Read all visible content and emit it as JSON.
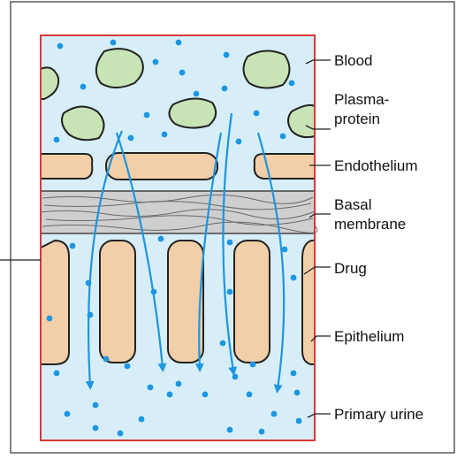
{
  "labels": {
    "blood": "Blood",
    "plasma_protein_line1": "Plasma-",
    "plasma_protein_line2": "protein",
    "endothelium": "Endothelium",
    "basal_line1": "Basal",
    "basal_line2": "membrane",
    "drug": "Drug",
    "epithelium": "Epithelium",
    "primary_urine": "Primary urine"
  },
  "colors": {
    "fluid": "#d7eef8",
    "vessel_border": "#d63a3a",
    "plasma_protein": "#c8e3b6",
    "cell": "#f2cfa8",
    "basal_membrane": "#cfcfcf",
    "drug_dot": "#1c96e0",
    "flow_arrow": "#1c96e0",
    "outline": "#222222"
  }
}
